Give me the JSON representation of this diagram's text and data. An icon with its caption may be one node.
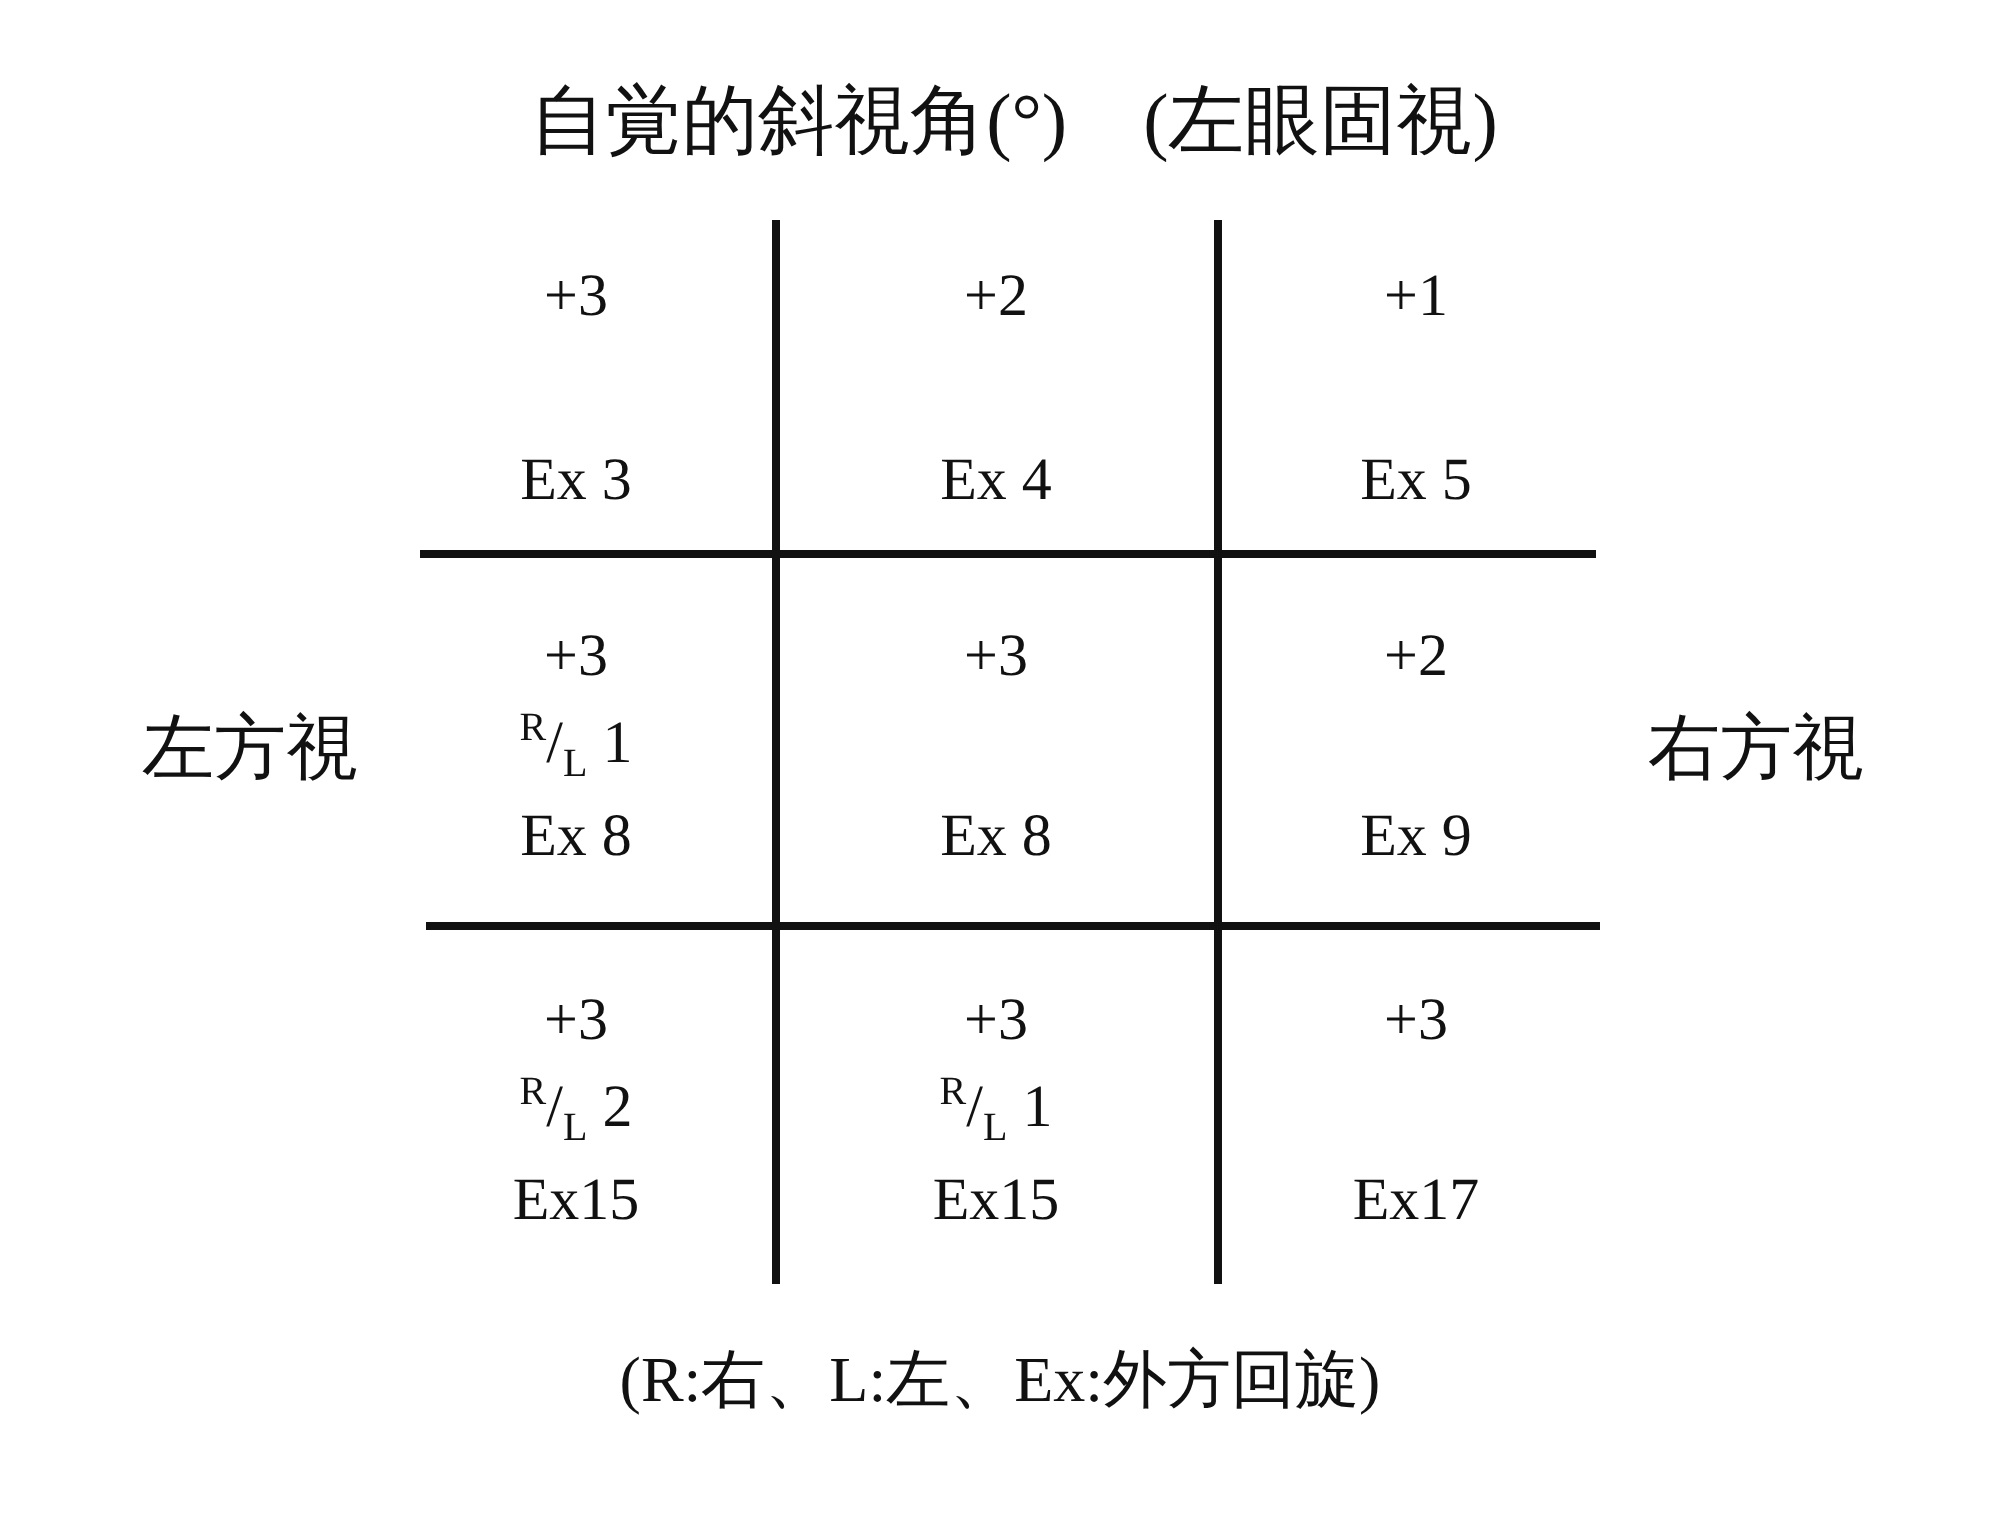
{
  "diagram": {
    "title": "自覚的斜視角(°)　(左眼固視)",
    "caption": "(R:右、L:左、Ex:外方回旋)",
    "labels": [
      "+3",
      "Ex 3",
      "+2",
      "Ex 4",
      "+1",
      "Ex 5",
      "+3",
      "$^{R}$/$_{L}$ 1",
      "Ex 8",
      "+3",
      "Ex 8",
      "+2",
      "Ex 9",
      "+3",
      "$^{R}$/$_{L}$ 2",
      "Ex15",
      "+3",
      "$^{R}$/$_{L}$ 1",
      "Ex15",
      "+3",
      "Ex17",
      "左方視",
      "右方視"
    ]
  }
}
